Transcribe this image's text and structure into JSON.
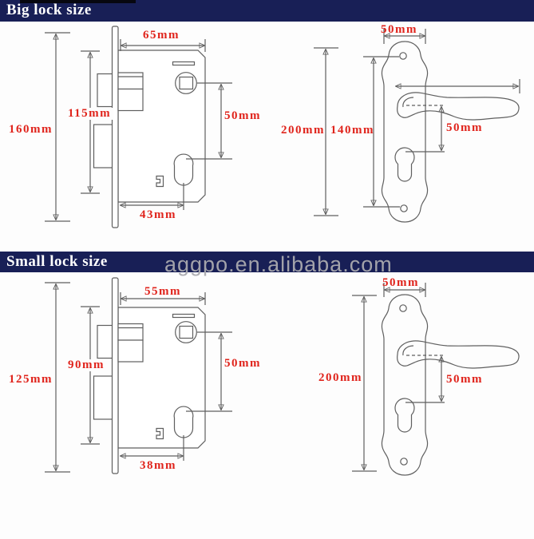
{
  "sections": {
    "big": {
      "title": "Big lock size",
      "lock": {
        "total_height": "160mm",
        "case_height": "115mm",
        "case_width": "65mm",
        "centre_distance": "50mm",
        "backset": "43mm"
      },
      "plate": {
        "width": "50mm",
        "total_height": "200mm",
        "screw_distance": "140mm",
        "lever_to_cylinder": "50mm"
      }
    },
    "small": {
      "title": "Small lock size",
      "lock": {
        "total_height": "125mm",
        "case_height": "90mm",
        "case_width": "55mm",
        "centre_distance": "50mm",
        "backset": "38mm"
      },
      "plate": {
        "width": "50mm",
        "total_height": "200mm",
        "lever_to_cylinder": "50mm"
      }
    }
  },
  "watermark": "aggpo.en.alibaba.com",
  "colors": {
    "header_bg": "#181f56",
    "header_text": "#ffffff",
    "dimension_text": "#e0241c",
    "line_color": "#5f5f5f",
    "watermark_color": "#aaaaaf",
    "background": "#fdfdfd"
  }
}
